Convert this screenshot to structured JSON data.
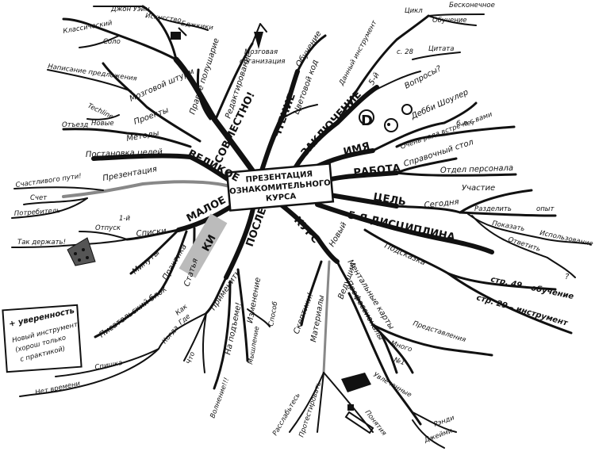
{
  "center": {
    "title": "ПРЕЗЕНТАЦИЯ ОЗНАКОМИТЕЛЬНОГО КУРСА",
    "lines": [
      "ПРЕЗЕНТАЦИЯ",
      "ОЗНАКОМИТЕЛЬНОГО",
      "КУРСА"
    ]
  },
  "top_left": {
    "main": "СОВМЕСТНО!",
    "b1": "Правое полушарие",
    "b2": "Редактирование",
    "b3": "Мозговая организация",
    "top": [
      "Джон Уэйн",
      "Искусство",
      "Бджкики",
      "Классический",
      "Соло"
    ],
    "left": [
      "Написание предложения",
      "Мозговой штурм",
      "Techline",
      "Проекты",
      "Новые",
      "Отъезд",
      "Методы"
    ]
  },
  "left": {
    "velikoe": "ВЕЛИКОЕ",
    "postanovka": "Постановка целей",
    "prezentaciya": "Презентация",
    "happy": "Счастливого пути!",
    "schet": "Счет",
    "potrebitel": "Потребитель",
    "maloe": "МАЛОЕ",
    "one": "1-й",
    "otpusk": "Отпуск",
    "spiski": "Списки",
    "tak": "Так держать!",
    "minuty": "Минуты",
    "praktika": "Практика",
    "statya": "Статья",
    "pisatelskiy": "Писательский блок",
    "ki": "КИ"
  },
  "bottom_left": {
    "posle": "ПОСЛЕ",
    "primenit": "Применить",
    "kak": "Как",
    "gde": "Где",
    "kogda": "Когда",
    "chto": "Что",
    "spishka": "Спишка",
    "net_vremeni": "Нет времени",
    "na_podzeme": "На подъеме!",
    "volnenie": "Волнение!!!",
    "izmenenie": "Изменение",
    "myshlenie": "Мышление",
    "sposob": "Способ",
    "legend_title": "+ уверенность",
    "legend_lines": [
      "Новый инструмент",
      "(хорош только",
      "с практикой)"
    ]
  },
  "top_right": {
    "chtenie": "ЧТЕНИЕ",
    "obuchenie": "Обучение",
    "cvetovoy": "Цветовой код",
    "dannyy": "Данный инструмент",
    "cikl": "Цикл",
    "beskonechnoe": "Бесконечное",
    "obuchenie2": "Обучение",
    "zaklyuchenie": "ЗАКЛЮЧЕНИЕ",
    "five": "5-й",
    "s28": "с. 28",
    "citata": "Цитата",
    "voprosy": "Вопросы?",
    "imya": "ИМЯ",
    "debbi": "Дебби Шоулер",
    "rada": "Очень рада встрече с вами",
    "six": "6 лет",
    "rabota": "РАБОТА",
    "spravochnyy": "Справочный стол",
    "otdel": "Отдел персонала"
  },
  "right": {
    "cel": "ЦЕЛЬ",
    "uchastie": "Участие",
    "segodnya": "Сегодня",
    "razdelit": "Разделить",
    "opyt": "опыт",
    "pokazat": "Показать",
    "otvetit": "Ответить",
    "ispolzovanie": "Использование",
    "q": "?",
    "five_disc": "5-Я ДИСЦИПЛИНА",
    "podskazka": "Подсказка",
    "p49": "стр. 49 – обучение",
    "p29": "стр. 29 – инструмент"
  },
  "bottom_right": {
    "kurs": "КУРС",
    "novyy": "Новый",
    "mentalnye": "Ментальные карты",
    "professionaly": "Профессионалы",
    "predstavleniya": "Представления",
    "mnogo": "Много",
    "n1": "№1",
    "veduschie": "Ведущие",
    "uvlechennye": "Увлеченные",
    "rendi": "Рэнди",
    "dzheymi": "Джейми",
    "skeptiki": "Скептики!",
    "materialy": "Материалы",
    "rasslabtes": "Расслабьтесь",
    "protestirovat": "Протестировать",
    "ponyatiya": "Понятия"
  }
}
